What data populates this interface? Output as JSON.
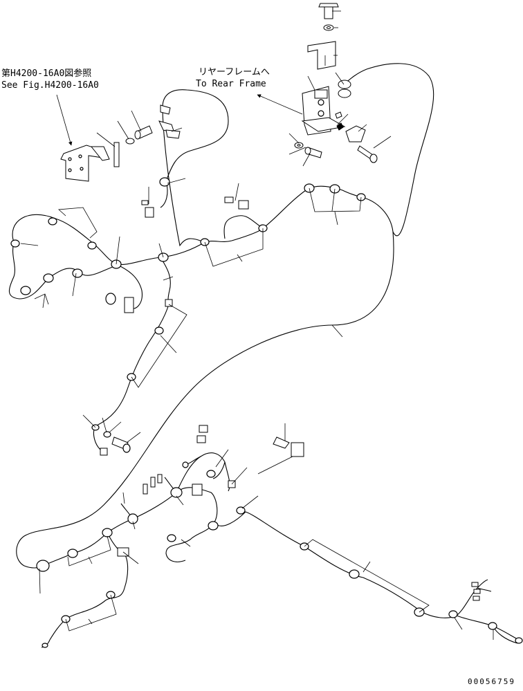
{
  "references": {
    "fig_ref_jp": "第H4200-16A0図参照",
    "fig_ref_en": "See Fig.H4200-16A0",
    "destination_jp": "リヤーフレームへ",
    "destination_en": "To Rear Frame"
  },
  "drawing_number": "00056759",
  "colors": {
    "line": "#000000",
    "background": "#ffffff"
  }
}
